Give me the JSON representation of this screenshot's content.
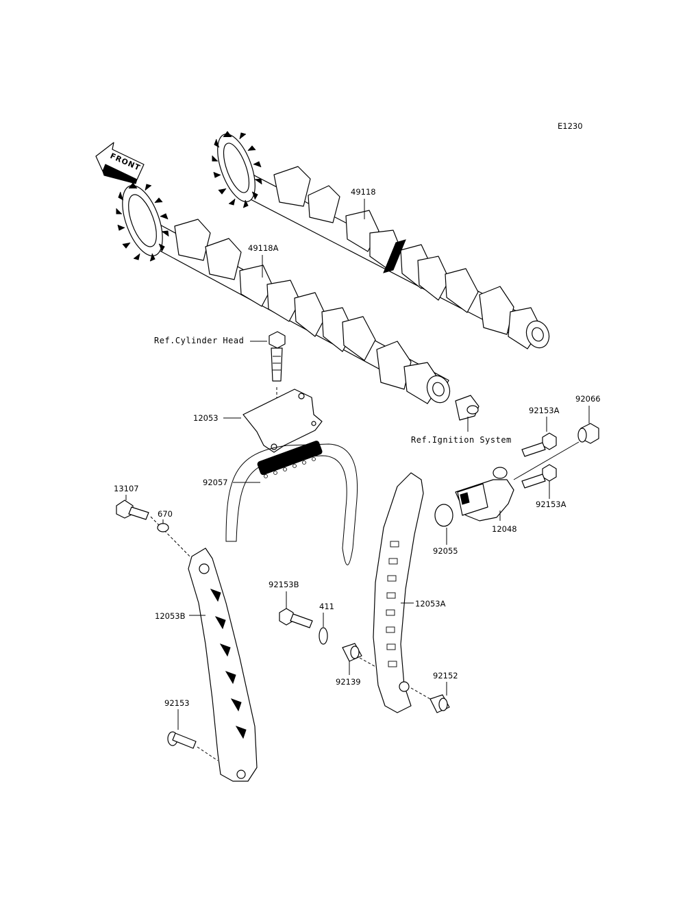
{
  "diagram_code": "E1230",
  "front_label": "FRONT",
  "parts": {
    "camshaft_exhaust": "49118",
    "camshaft_intake": "49118A",
    "chain_guide_upper": "12053",
    "chain": "92057",
    "bolt_13107": "13107",
    "oring_670": "670",
    "guide_12053B": "12053B",
    "bolt_92153B": "92153B",
    "washer_411": "411",
    "collar_92139": "92139",
    "guide_12053A": "12053A",
    "collar_92152": "92152",
    "bolt_92153": "92153",
    "bolt_92153A_top": "92153A",
    "bolt_92153A_bottom": "92153A",
    "plug_92066": "92066",
    "tensioner_12048": "12048",
    "oring_92055": "92055"
  },
  "references": {
    "cylinder_head": "Ref.Cylinder Head",
    "ignition_system": "Ref.Ignition System"
  }
}
